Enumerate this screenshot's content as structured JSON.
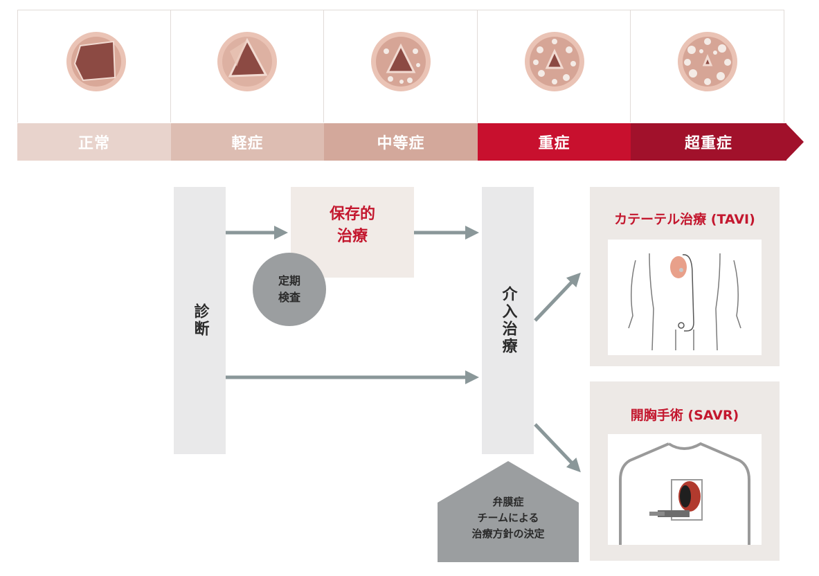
{
  "stages": [
    {
      "label": "正常",
      "color": "#e8d3cc"
    },
    {
      "label": "軽症",
      "color": "#ddbdb2"
    },
    {
      "label": "中等症",
      "color": "#d3a89b"
    },
    {
      "label": "重症",
      "color": "#c8102e"
    },
    {
      "label": "超重症",
      "color": "#a1112b"
    }
  ],
  "flow": {
    "diagnosis": "診断",
    "conservative": "保存的\n治療",
    "checkup": "定期\n検査",
    "intervention": "介入治療",
    "team": "弁膜症\nチームによる\n治療方針の決定"
  },
  "treatments": {
    "tavi": {
      "title": "カテーテル治療 (TAVI)"
    },
    "savr": {
      "title": "開胸手術 (SAVR)"
    }
  },
  "colors": {
    "accent": "#c3172e",
    "panel": "#e9e9ea",
    "arrow": "#8a9799",
    "treatment_bg": "#ede9e6"
  }
}
